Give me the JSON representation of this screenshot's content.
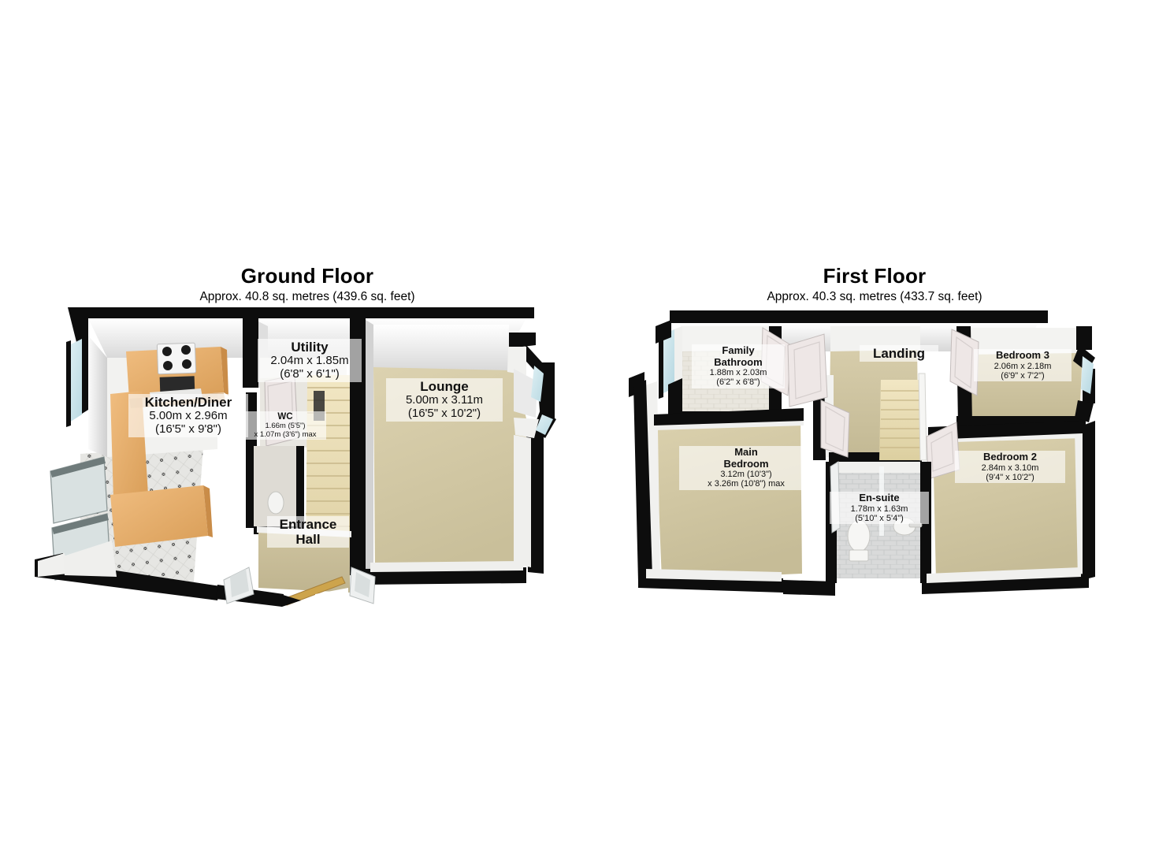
{
  "page": {
    "background": "#ffffff",
    "doc_type": "floor-plan"
  },
  "floors": [
    {
      "id": "ground",
      "title": "Ground Floor",
      "subtitle": "Approx. 40.8 sq. metres (439.6 sq. feet)",
      "rooms": [
        {
          "key": "kitchen-diner",
          "name": "Kitchen/Diner",
          "dim_metric": "5.00m x 2.96m",
          "dim_imperial": "(16'5\" x 9'8\")",
          "floor_color": "#e3e3e0"
        },
        {
          "key": "utility",
          "name": "Utility",
          "dim_metric": "2.04m x 1.85m",
          "dim_imperial": "(6'8\" x 6'1\")",
          "floor_color": "#cfcac0"
        },
        {
          "key": "wc",
          "name": "WC",
          "dim_metric": "1.66m (5'5\")",
          "dim_imperial": "x 1.07m (3'6\") max",
          "floor_color": "#d8d3c8"
        },
        {
          "key": "lounge",
          "name": "Lounge",
          "dim_metric": "5.00m x 3.11m",
          "dim_imperial": "(16'5\" x 10'2\")",
          "floor_color": "#d3c9a8"
        },
        {
          "key": "entrance-hall",
          "name": "Entrance",
          "name2": "Hall",
          "dim_metric": "",
          "dim_imperial": "",
          "floor_color": "#c9bf9d"
        }
      ]
    },
    {
      "id": "first",
      "title": "First Floor",
      "subtitle": "Approx. 40.3 sq. metres (433.7 sq. feet)",
      "rooms": [
        {
          "key": "family-bathroom",
          "name": "Family",
          "name2": "Bathroom",
          "dim_metric": "1.88m x 2.03m",
          "dim_imperial": "(6'2\" x 6'8\")",
          "floor_color": "#ded8cc"
        },
        {
          "key": "landing",
          "name": "Landing",
          "dim_metric": "",
          "dim_imperial": "",
          "floor_color": "#cfc5a4"
        },
        {
          "key": "bedroom-3",
          "name": "Bedroom 3",
          "dim_metric": "2.06m x 2.18m",
          "dim_imperial": "(6'9\" x 7'2\")",
          "floor_color": "#d3c9a8"
        },
        {
          "key": "main-bedroom",
          "name": "Main",
          "name2": "Bedroom",
          "dim_metric": "3.12m (10'3\")",
          "dim_imperial": "x 3.26m (10'8\") max",
          "floor_color": "#d3c9a8"
        },
        {
          "key": "en-suite",
          "name": "En-suite",
          "dim_metric": "1.78m x 1.63m",
          "dim_imperial": "(5'10\" x 5'4\")",
          "floor_color": "#d7d7d5"
        },
        {
          "key": "bedroom-2",
          "name": "Bedroom 2",
          "dim_metric": "2.84m x 3.10m",
          "dim_imperial": "(9'4\" x 10'2\")",
          "floor_color": "#d3c9a8"
        }
      ]
    }
  ],
  "palette": {
    "wall_dark": "#0d0d0d",
    "wall_face": "#f4f4f4",
    "wall_shade": "#d8d8d8",
    "kitchen_unit": "#edb271",
    "kitchen_unit_dark": "#d59a58",
    "floor_tile": "#e4e4e1",
    "carpet_beige": "#d2c8a5",
    "carpet_light": "#cfc5a2",
    "hall_beige": "#c9bf9c",
    "stairs": "#e8dcb8",
    "glass_blue": "#cfe4ea",
    "appliance": "#d4dcdc",
    "tile_grey": "#cfd0cf",
    "door_panel": "#e6dedd"
  }
}
